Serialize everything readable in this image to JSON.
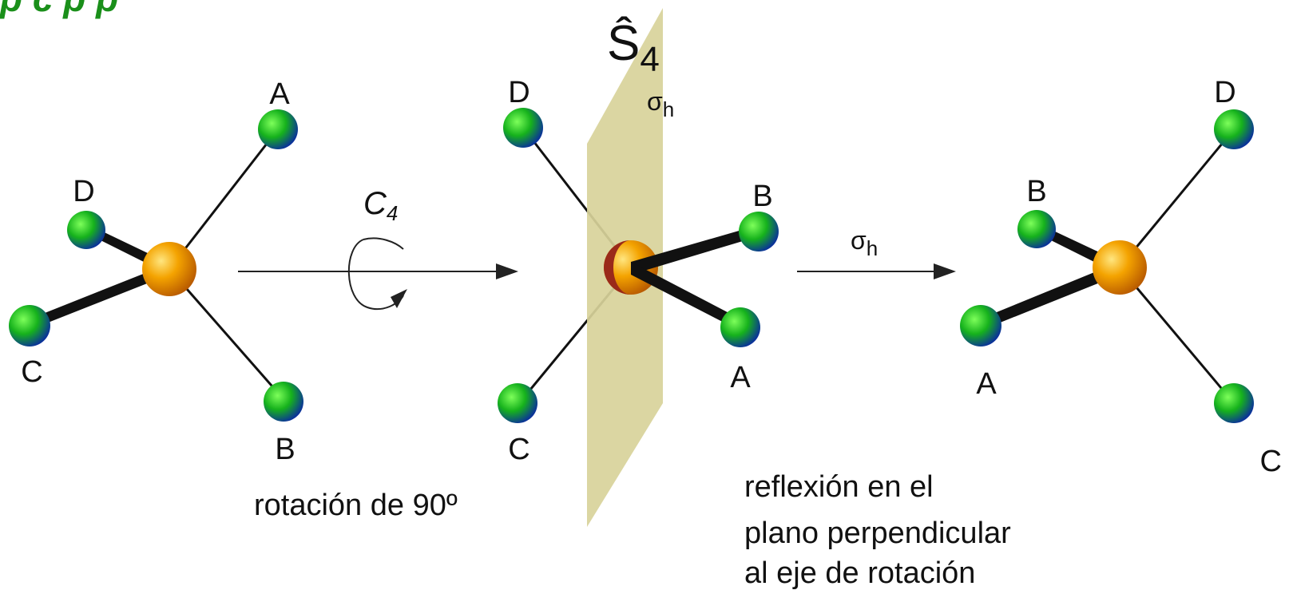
{
  "title_partial": "p     c      p p",
  "operation": {
    "symbol": "Ŝ",
    "subscript": "4",
    "plane_label": "σ",
    "plane_sub": "h"
  },
  "step1": {
    "symbol": "C",
    "subscript": "4",
    "caption": "rotación de 90º"
  },
  "step2": {
    "symbol": "σ",
    "subscript": "h",
    "caption_lines": [
      "reflexión en el",
      "plano perpendicular",
      "al eje de rotación"
    ]
  },
  "molecule1": {
    "labels": {
      "A": "A",
      "B": "B",
      "C": "C",
      "D": "D"
    }
  },
  "molecule2": {
    "labels": {
      "A": "A",
      "B": "B",
      "C": "C",
      "D": "D"
    }
  },
  "molecule3": {
    "labels": {
      "A": "A",
      "B": "B",
      "C": "C",
      "D": "D"
    }
  },
  "colors": {
    "center_atom": "#f0a000",
    "ligand_atom": "#1db51d",
    "plane": "#d8d29a",
    "title_green": "#1a8f1a"
  }
}
